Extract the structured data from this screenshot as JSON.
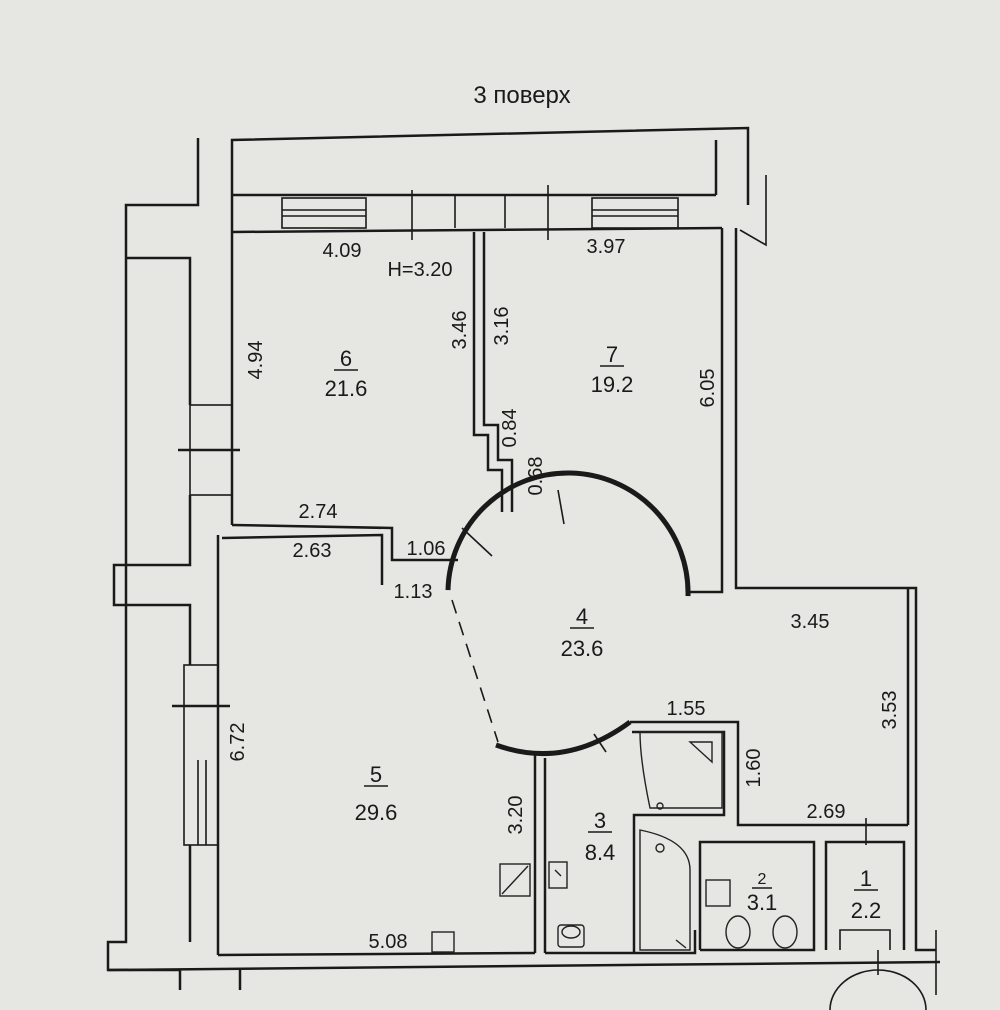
{
  "title": "3 поверх",
  "height_label": "H=3.20",
  "colors": {
    "background": "#e6e6e2",
    "ink": "#1a1a1a"
  },
  "rooms": [
    {
      "id": "room-1",
      "number": "1",
      "area": "2.2"
    },
    {
      "id": "room-2",
      "number": "2",
      "area": "3.1"
    },
    {
      "id": "room-3",
      "number": "3",
      "area": "8.4"
    },
    {
      "id": "room-4",
      "number": "4",
      "area": "23.6"
    },
    {
      "id": "room-5",
      "number": "5",
      "area": "29.6"
    },
    {
      "id": "room-6",
      "number": "6",
      "area": "21.6"
    },
    {
      "id": "room-7",
      "number": "7",
      "area": "19.2"
    }
  ],
  "dimensions": {
    "top_left": "4.09",
    "top_right": "3.97",
    "left_room6": "4.94",
    "partition_a": "3.46",
    "partition_b": "3.16",
    "right_room7": "6.05",
    "step_a": "0.84",
    "step_b": "0.68",
    "room6_bottom": "2.74",
    "room5_top": "2.63",
    "notch_top": "1.06",
    "notch_side": "1.13",
    "hall_right": "3.45",
    "hall_right_side": "3.53",
    "bath_top": "1.55",
    "closet_side": "1.60",
    "wc_top": "2.69",
    "left_room5": "6.72",
    "bath_side": "3.20",
    "room5_bottom": "5.08"
  }
}
